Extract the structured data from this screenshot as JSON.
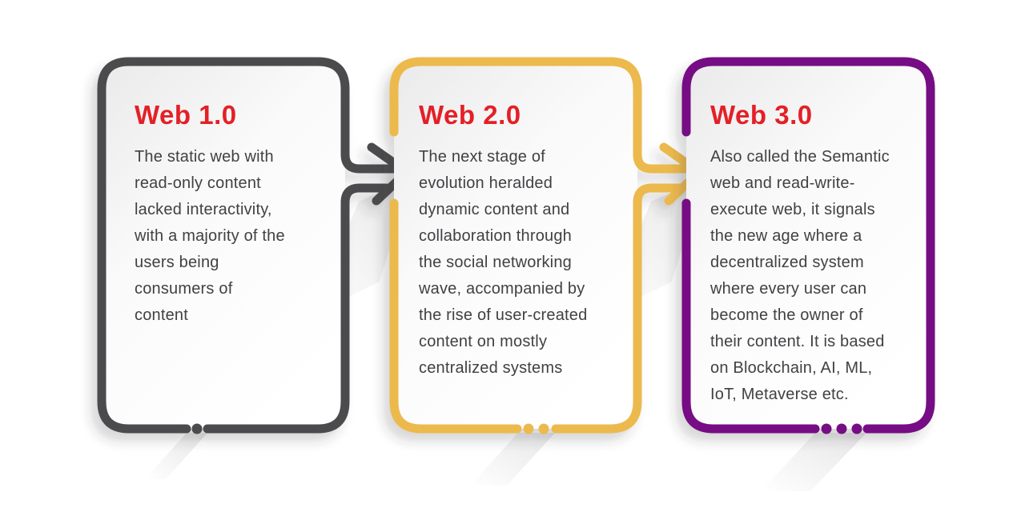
{
  "colors": {
    "background": "#ffffff",
    "title_red": "#e32027",
    "body_text": "#414145",
    "web1_border": "#4b4b4d",
    "web2_border": "#ecb94e",
    "web3_border": "#760b84"
  },
  "cards": [
    {
      "id": "web1",
      "title": "Web 1.0",
      "body": "The static web with\nread-only content\nlacked interactivity,\nwith a majority of the\nusers being\nconsumers of\ncontent",
      "border_color": "#4b4b4d",
      "dots": 1
    },
    {
      "id": "web2",
      "title": "Web 2.0",
      "body": "The next stage of\nevolution heralded\ndynamic content and\ncollaboration through\nthe social networking\nwave, accompanied by\nthe rise of user-created\ncontent on mostly\ncentralized systems",
      "border_color": "#ecb94e",
      "dots": 2
    },
    {
      "id": "web3",
      "title": "Web 3.0",
      "body": "Also called the Semantic\nweb and read-write-\nexecute web, it signals\nthe new age where a\ndecentralized system\nwhere every user can\nbecome the owner of\ntheir content. It is based\non Blockchain, AI, ML,\nIoT, Metaverse etc.",
      "border_color": "#760b84",
      "dots": 3
    }
  ],
  "arrows": [
    {
      "name": "arrow-web1-to-web2",
      "color": "#4b4b4d"
    },
    {
      "name": "arrow-web2-to-web3",
      "color": "#ecb94e"
    }
  ]
}
